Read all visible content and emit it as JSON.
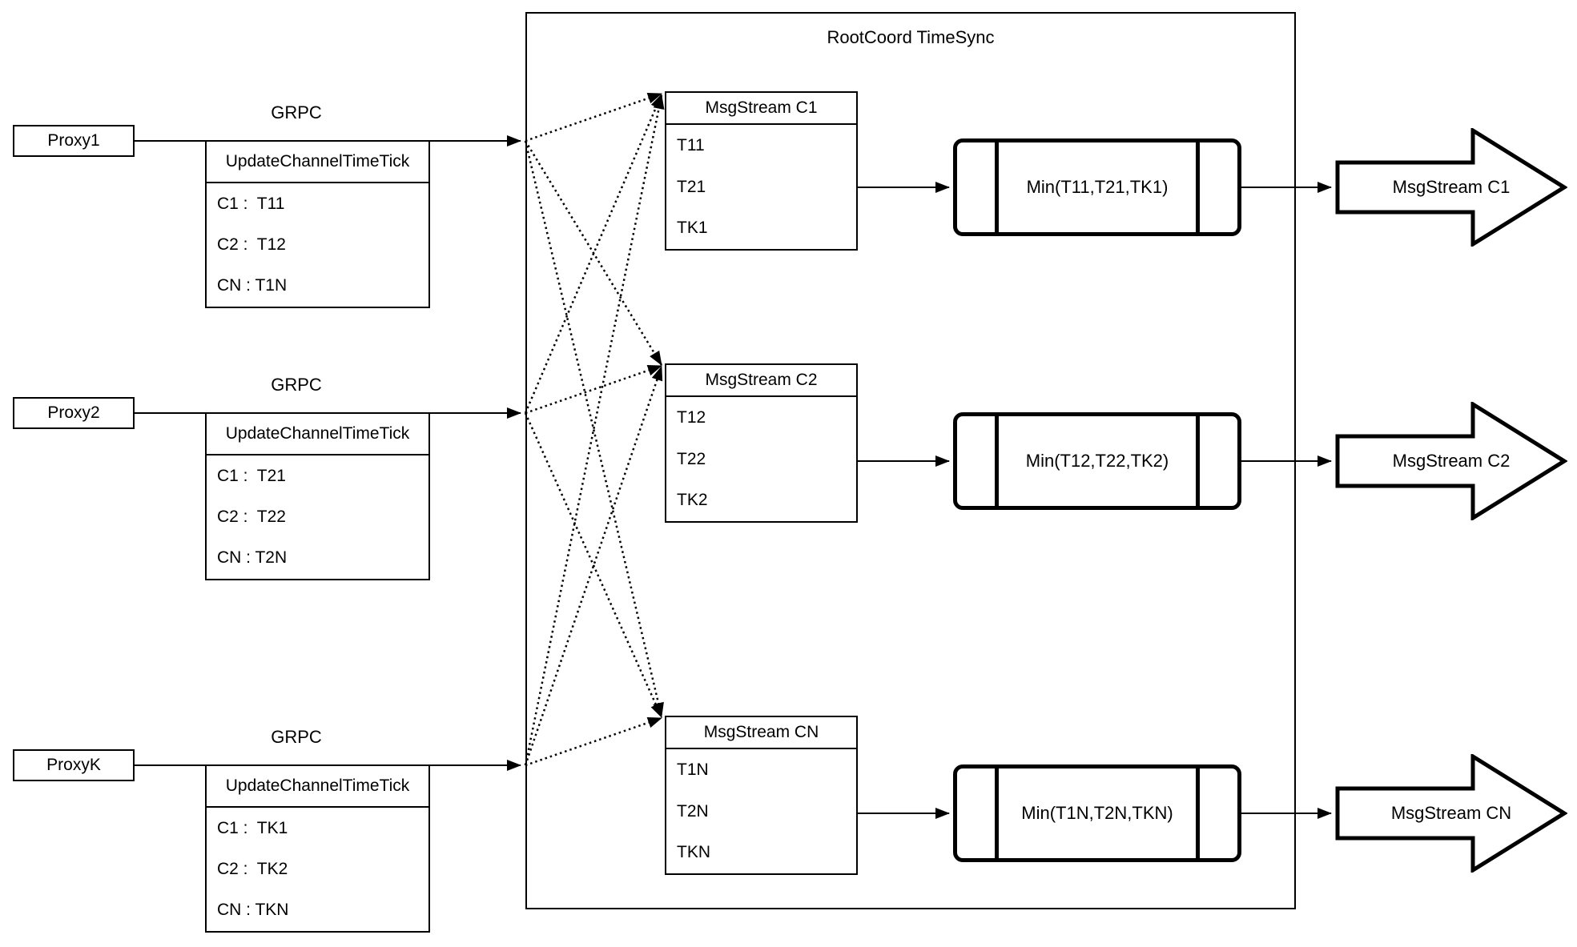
{
  "container": {
    "title": "RootCoord TimeSync"
  },
  "proxies": [
    {
      "name": "Proxy1",
      "protocol_label": "GRPC",
      "table": {
        "header": "UpdateChannelTimeTick",
        "rows": [
          "C1 :  T11",
          "C2 :  T12",
          "CN : T1N"
        ]
      }
    },
    {
      "name": "Proxy2",
      "protocol_label": "GRPC",
      "table": {
        "header": "UpdateChannelTimeTick",
        "rows": [
          "C1 :  T21",
          "C2 :  T22",
          "CN : T2N"
        ]
      }
    },
    {
      "name": "ProxyK",
      "protocol_label": "GRPC",
      "table": {
        "header": "UpdateChannelTimeTick",
        "rows": [
          "C1 :  TK1",
          "C2 :  TK2",
          "CN : TKN"
        ]
      }
    }
  ],
  "streams": [
    {
      "table_header": "MsgStream C1",
      "table_rows": [
        "T11",
        "T21",
        "TK1"
      ],
      "min_label": "Min(T11,T21,TK1)",
      "output_label": "MsgStream C1"
    },
    {
      "table_header": "MsgStream C2",
      "table_rows": [
        "T12",
        "T22",
        "TK2"
      ],
      "min_label": "Min(T12,T22,TK2)",
      "output_label": "MsgStream C2"
    },
    {
      "table_header": "MsgStream CN",
      "table_rows": [
        "T1N",
        "T2N",
        "TKN"
      ],
      "min_label": "Min(T1N,T2N,TKN)",
      "output_label": "MsgStream CN"
    }
  ],
  "colors": {
    "line": "#000000",
    "background": "#ffffff"
  }
}
